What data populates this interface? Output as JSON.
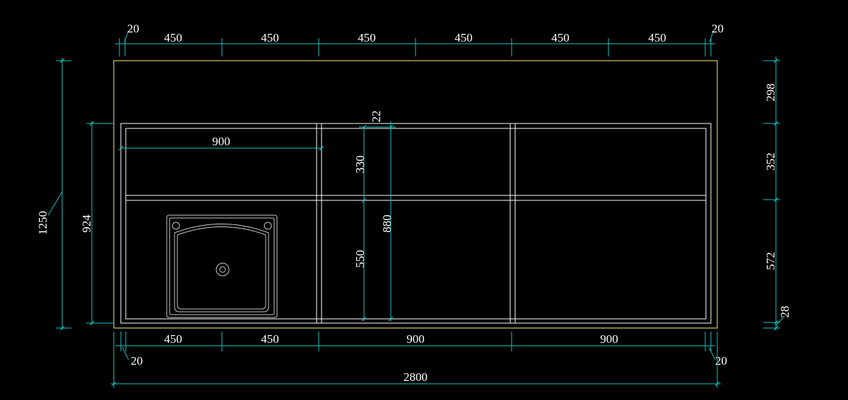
{
  "colors": {
    "background": "#000000",
    "dimension_line": "#17c3c3",
    "outline_border": "#d8c66a",
    "cabinet_lines": "#ffffff",
    "text": "#ffffff"
  },
  "top_dimensions": [
    "20",
    "450",
    "450",
    "450",
    "450",
    "450",
    "450",
    "20"
  ],
  "bottom_dimensions": [
    "20",
    "450",
    "450",
    "900",
    "900",
    "20"
  ],
  "overall_width": "2800",
  "left_dimensions": {
    "total_height": "1250",
    "cabinet_height": "924"
  },
  "right_dimensions": [
    "298",
    "352",
    "572",
    "28"
  ],
  "inner_dimensions": {
    "shelf_width": "900",
    "gap": "22",
    "upper_section": "330",
    "lower_section": "550",
    "inner_height": "880"
  },
  "icons": {
    "sink": "sink-basin-icon"
  }
}
